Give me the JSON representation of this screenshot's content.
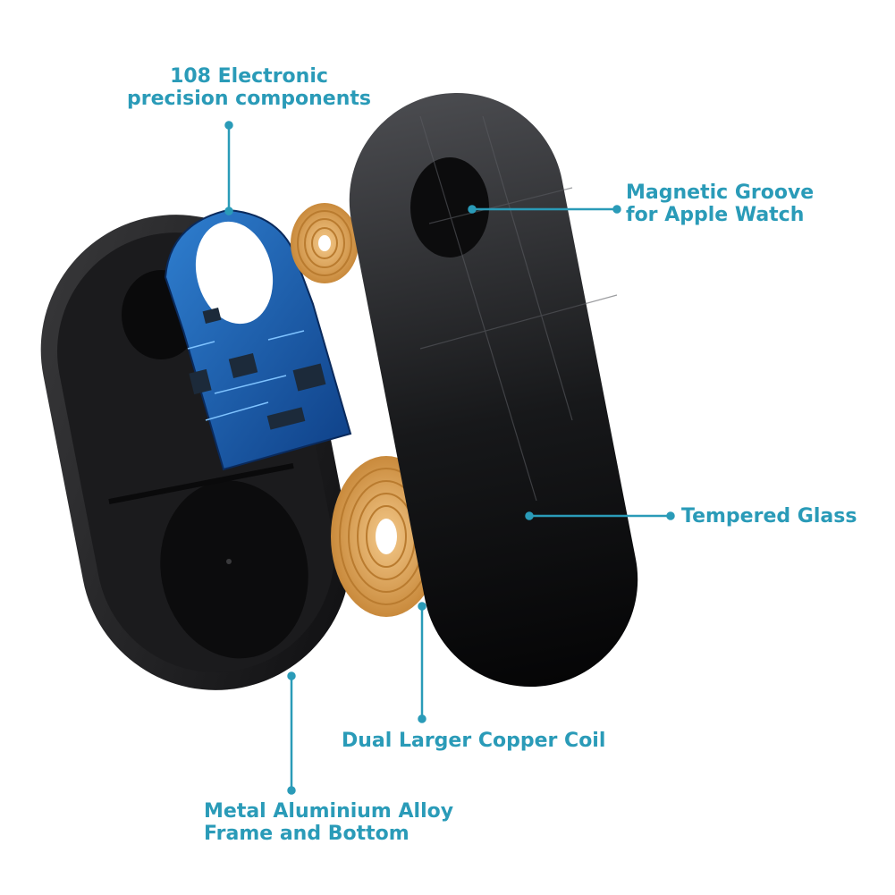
{
  "accent_color": "#2a9bb8",
  "labels": {
    "components": {
      "line1": "108 Electronic",
      "line2": "precision components"
    },
    "magnetic_groove": {
      "line1": "Magnetic Groove",
      "line2": "for Apple Watch"
    },
    "tempered_glass": {
      "line1": "Tempered Glass"
    },
    "copper_coil": {
      "line1": "Dual Larger Copper Coil"
    },
    "frame": {
      "line1": "Metal Aluminium Alloy",
      "line2": "Frame and Bottom"
    }
  }
}
